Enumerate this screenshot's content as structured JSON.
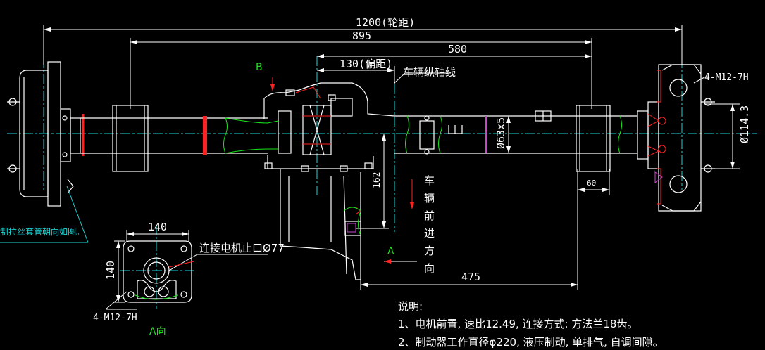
{
  "dims": {
    "wheelbase": "1200(轮距)",
    "d895": "895",
    "d580": "580",
    "offset": "130(偏距)",
    "axis_label": "车辆纵轴线",
    "flange_bolts": "4-M12-7H",
    "d114": "Ø114.3",
    "d63": "Ø63x5",
    "d162": "162",
    "d60": "60",
    "d475": "475",
    "d140_h": "140",
    "d140_v": "140",
    "motor_port": "连接电机止口Ø77",
    "flange_bolts_2": "4-M12-7H",
    "view_a": "A向",
    "marker_b": "B",
    "marker_a": "A",
    "direction": [
      "车",
      "辆",
      "前",
      "进",
      "方",
      "向"
    ],
    "brake_note": "制拉丝套管朝向如图。"
  },
  "notes": {
    "title": "说明:",
    "line1": "1、电机前置, 速比12.49, 连接方式: 方法兰18齿。",
    "line2": "2、制动器工作直径φ220, 液压制动, 单排气, 自调间隙。"
  },
  "colors": {
    "background": "#000000",
    "line": "#ffffff",
    "centerline": "#1ad6d6",
    "hatch": "#ff2222",
    "highlight": "#19e619",
    "accent": "#cc44cc"
  }
}
